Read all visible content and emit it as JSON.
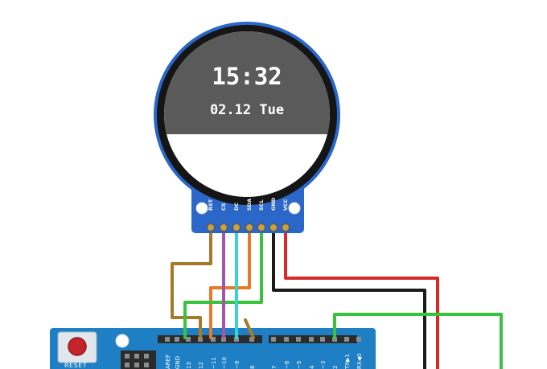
{
  "display": {
    "time": "15:32",
    "date": "02.12  Tue"
  },
  "module": {
    "pins": [
      "RST",
      "CS",
      "DC",
      "SDA",
      "SCL",
      "GND",
      "VCC"
    ]
  },
  "board": {
    "reset_label": "RESET",
    "header_pins": [
      "AREF",
      "GND",
      "13",
      "12",
      "~11",
      "~10",
      "~9",
      "8",
      "7",
      "~6",
      "~5",
      "4",
      "~3",
      "2",
      "TX▶1",
      "RX◀0"
    ]
  },
  "colors": {
    "board_blue": "#1f7fc4",
    "module_blue": "#2a67c9",
    "rst_wire": "#a77a2b",
    "cs_wire": "#a457a8",
    "dc_wire": "#35d3d3",
    "sda_wire": "#e8782a",
    "scl_wire": "#38c33f",
    "gnd_wire": "#1a1a1a",
    "vcc_wire": "#d62a2a"
  }
}
